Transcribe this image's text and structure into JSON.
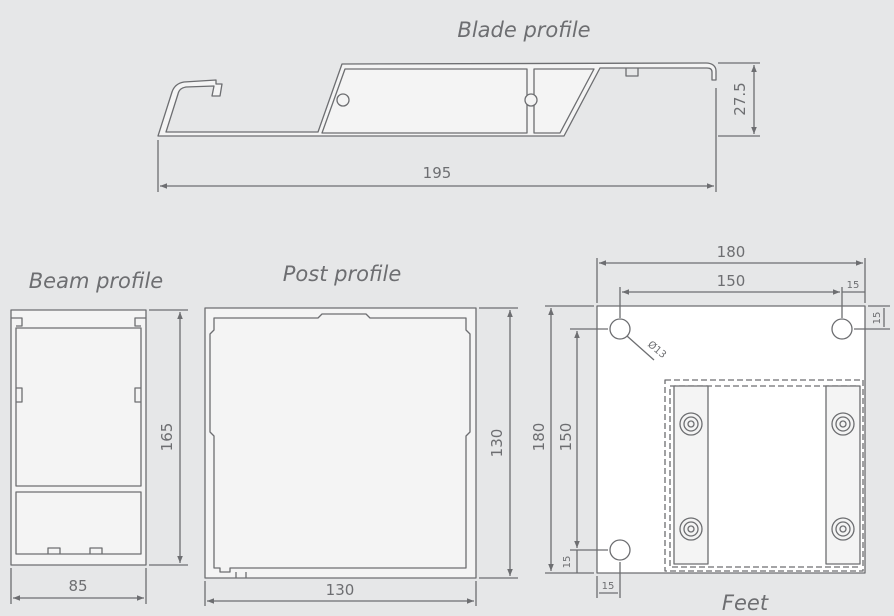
{
  "titles": {
    "blade": "Blade profile",
    "beam": "Beam profile",
    "post": "Post profile",
    "feet": "Feet"
  },
  "dimensions": {
    "blade_width": "195",
    "blade_height": "27.5",
    "beam_width": "85",
    "beam_height": "165",
    "post_width": "130",
    "post_height": "130",
    "feet_outer_width": "180",
    "feet_hole_spacing_x": "150",
    "feet_edge_offset_top_right": "15",
    "feet_edge_offset_right": "15",
    "feet_outer_height": "180",
    "feet_hole_spacing_y": "150",
    "feet_edge_offset_left_bottom": "15",
    "feet_edge_offset_bottom": "15",
    "feet_hole_diameter": "Ø13"
  },
  "colors": {
    "background": "#e6e7e8",
    "line": "#6d6e71",
    "face": "#f4f4f4",
    "plate": "#ffffff"
  }
}
